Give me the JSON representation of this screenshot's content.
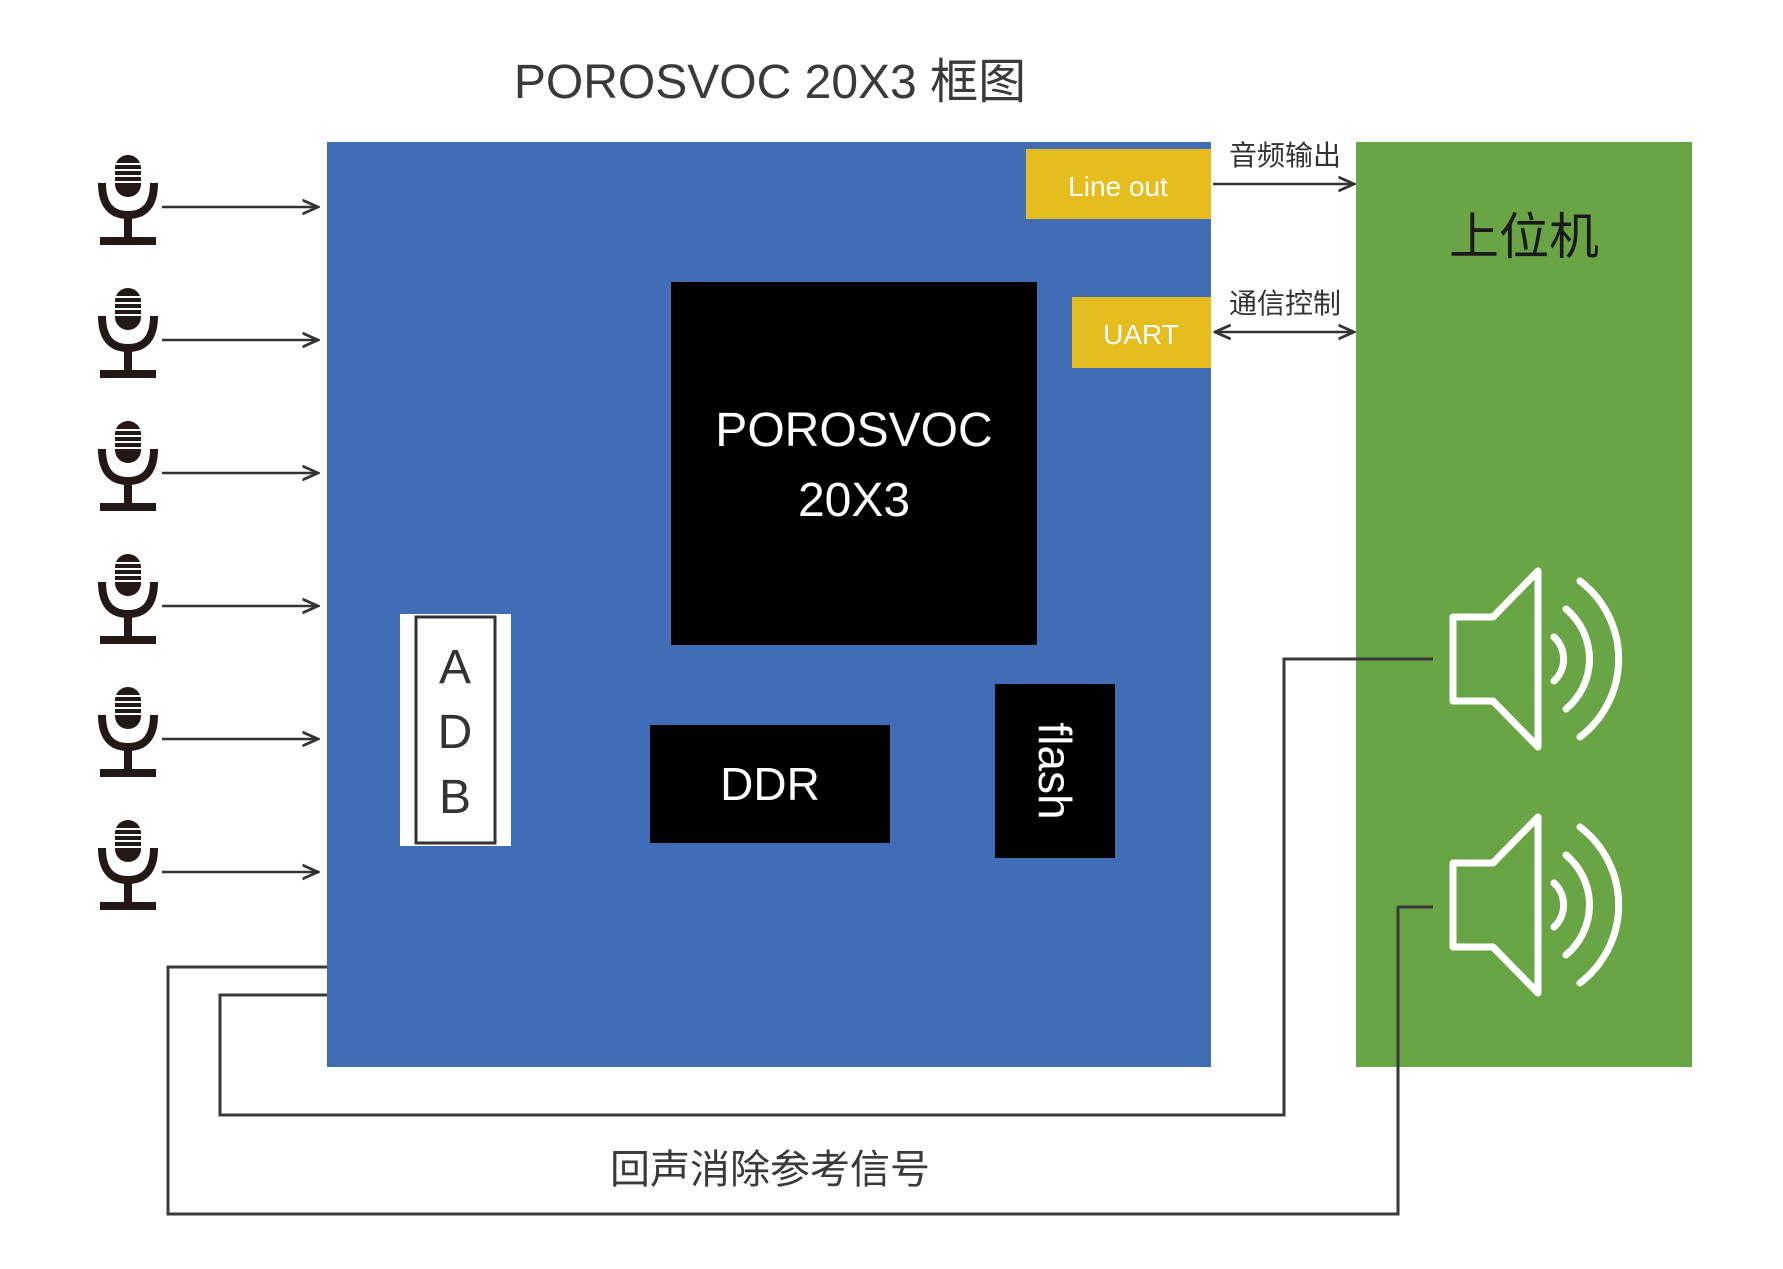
{
  "title": "POROSVOC 20X3 框图",
  "board": {
    "color": "#416db7",
    "chip_line1": "POROSVOC",
    "chip_line2": "20X3",
    "line_out_label": "Line out",
    "uart_label": "UART",
    "ddr_label": "DDR",
    "flash_label": "flash",
    "adb_letters": [
      "A",
      "D",
      "B"
    ],
    "chip_color": "#000000",
    "port_color": "#e6bd1e"
  },
  "host": {
    "label": "上位机",
    "color": "#6aa545"
  },
  "links": {
    "audio_out_label": "音频输出",
    "comm_label": "通信控制",
    "echo_ref_label": "回声消除参考信号"
  },
  "microphone_count": 6,
  "icons": {
    "microphone": "microphone-icon",
    "speaker": "speaker-icon"
  }
}
